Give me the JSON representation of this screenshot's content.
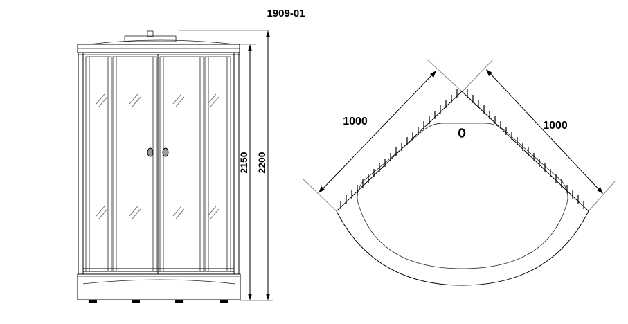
{
  "title": "1909-01",
  "front_view": {
    "height_inner": "2150",
    "height_total": "2200"
  },
  "top_view": {
    "side_left": "1000",
    "side_right": "1000"
  }
}
